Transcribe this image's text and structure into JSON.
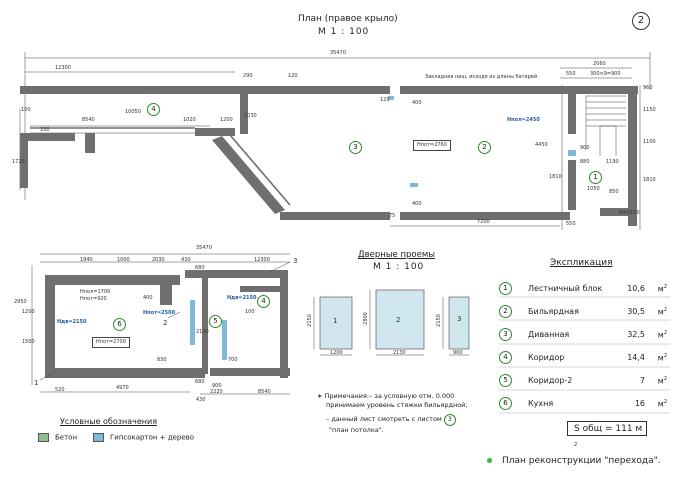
{
  "header": {
    "title": "План (правое крыло)",
    "scale": "М 1 : 100",
    "sheet_number": "2"
  },
  "main_plan": {
    "dims": {
      "total": "35470",
      "left_seg": "12300",
      "right_top": "2060",
      "stair_dim": "300×9=900",
      "w550a": "550",
      "w550b": "550",
      "d290": "290",
      "d120a": "120",
      "d120b": "120",
      "d100": "100",
      "d8540": "8540",
      "d10050": "10050",
      "d1020": "1020",
      "d1200": "1200",
      "d1030": "1030",
      "d400a": "400",
      "d400b": "400",
      "d4450": "4450",
      "d1810a": "1810",
      "d1810b": "1810",
      "d900": "900",
      "d880": "880",
      "d1190": "1190",
      "d1050": "1050",
      "d850": "850",
      "d75": "75",
      "d7200": "7200",
      "d1100": "1100",
      "d1150": "1150",
      "d960": "960",
      "d1720": "1720",
      "d150": "150"
    },
    "heights": {
      "h2450": "Hпол=2450",
      "h2760": "Hпот=2760",
      "h2100": "H=2100"
    },
    "note": "Закладная ниш, исходя из длины батарей",
    "rooms": [
      "4",
      "3",
      "2",
      "1"
    ]
  },
  "small_plan": {
    "dims": {
      "total": "35470",
      "d12300": "12300",
      "d1940": "1940",
      "d1000": "1000",
      "d2030": "2030",
      "d430a": "430",
      "d430b": "430",
      "d680a": "680",
      "d680b": "680",
      "d900": "900",
      "d4970": "4970",
      "d2220": "2220",
      "d8540": "8540",
      "d520": "520",
      "d2950": "2950",
      "d1200": "1200",
      "d1500": "1500",
      "d400": "400",
      "d2130": "2130",
      "d830": "830",
      "d100": "100",
      "d700": "700"
    },
    "heights": {
      "h1700": "Hпол=1700",
      "h920": "Hпот=920",
      "h2150": "Hдв=2150",
      "h2500": "Hпот=2500",
      "h2700": "Hпот=2700",
      "h2150v": "Hдв=2150"
    },
    "callouts": [
      "3",
      "2",
      "1"
    ],
    "rooms": [
      "6",
      "5",
      "4"
    ]
  },
  "doors": {
    "title": "Дверные проемы",
    "scale": "М 1 : 100",
    "items": [
      {
        "num": "1",
        "width": "1200",
        "height": "2150"
      },
      {
        "num": "2",
        "width": "2130",
        "height": "2800"
      },
      {
        "num": "3",
        "width": "900",
        "height": "2150"
      }
    ]
  },
  "explication": {
    "title": "Экспликация",
    "rows": [
      {
        "num": "1",
        "name": "Лестничный блок",
        "area": "10,6",
        "unit": "м"
      },
      {
        "num": "2",
        "name": "Бильярдная",
        "area": "30,5",
        "unit": "м"
      },
      {
        "num": "3",
        "name": "Диванная",
        "area": "32,5",
        "unit": "м"
      },
      {
        "num": "4",
        "name": "Коридор",
        "area": "14,4",
        "unit": "м"
      },
      {
        "num": "5",
        "name": "Коридор-2",
        "area": "7",
        "unit": "м"
      },
      {
        "num": "6",
        "name": "Кухня",
        "area": "16",
        "unit": "м"
      }
    ],
    "total": "S общ = 111 м"
  },
  "legend": {
    "title": "Условные обозначения",
    "items": [
      {
        "label": "Бетон",
        "color": "#8fbf8f"
      },
      {
        "label": "Гипсокартон + дерево",
        "color": "#7fb8d8"
      }
    ]
  },
  "notes": {
    "line1": "∗ Примечания:– за условную отм. 0.000",
    "line2": "принимаем уровень стяжки бильярдной;",
    "line3": "– данный лист смотреть с листом",
    "line3_ref": "3",
    "line4": "\"план потолка\"."
  },
  "footer": "План  реконструкции \"перехода\".",
  "colors": {
    "wall": "#6f6f6f",
    "accent_green": "#3ab43a",
    "gypsum": "#7fb8d8"
  }
}
